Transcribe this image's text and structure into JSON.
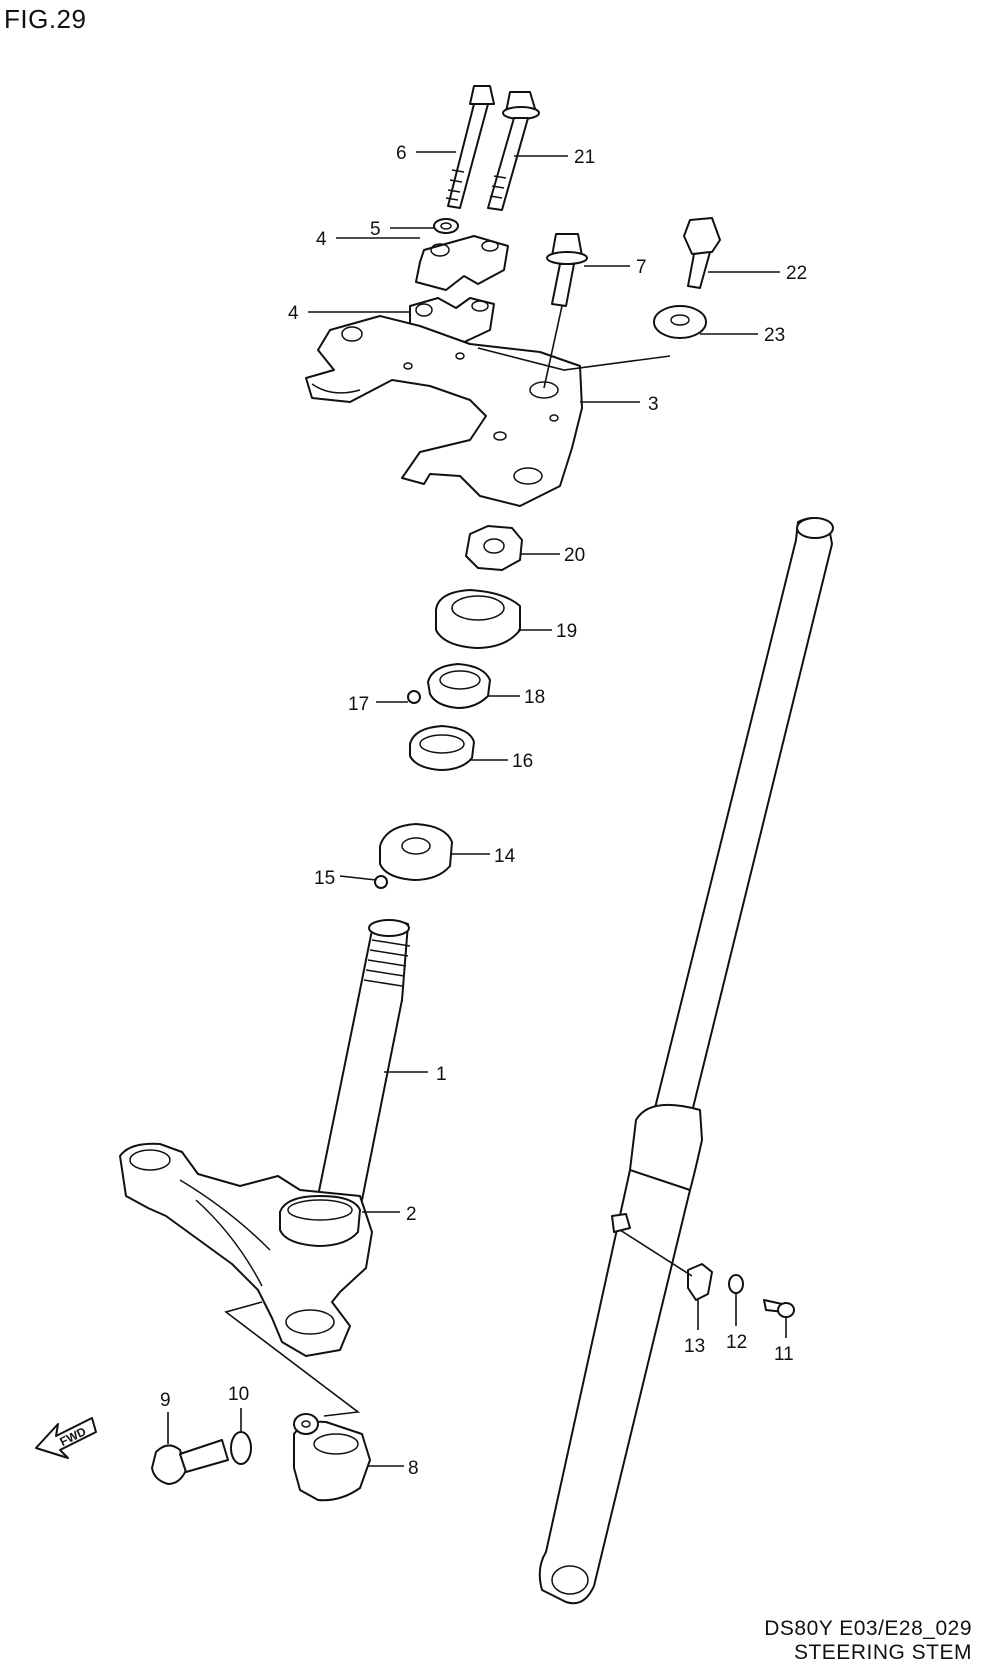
{
  "figure": {
    "label": "FIG.29",
    "model_code": "DS80Y E03/E28_029",
    "title": "STEERING STEM",
    "direction_marker": "FWD"
  },
  "callouts": [
    {
      "key": "c1",
      "label": "1"
    },
    {
      "key": "c2",
      "label": "2"
    },
    {
      "key": "c3",
      "label": "3"
    },
    {
      "key": "c4a",
      "label": "4"
    },
    {
      "key": "c4b",
      "label": "4"
    },
    {
      "key": "c5",
      "label": "5"
    },
    {
      "key": "c6",
      "label": "6"
    },
    {
      "key": "c7",
      "label": "7"
    },
    {
      "key": "c8",
      "label": "8"
    },
    {
      "key": "c9",
      "label": "9"
    },
    {
      "key": "c10",
      "label": "10"
    },
    {
      "key": "c11",
      "label": "11"
    },
    {
      "key": "c12",
      "label": "12"
    },
    {
      "key": "c13",
      "label": "13"
    },
    {
      "key": "c14",
      "label": "14"
    },
    {
      "key": "c15",
      "label": "15"
    },
    {
      "key": "c16",
      "label": "16"
    },
    {
      "key": "c17",
      "label": "17"
    },
    {
      "key": "c18",
      "label": "18"
    },
    {
      "key": "c19",
      "label": "19"
    },
    {
      "key": "c20",
      "label": "20"
    },
    {
      "key": "c21",
      "label": "21"
    },
    {
      "key": "c22",
      "label": "22"
    },
    {
      "key": "c23",
      "label": "23"
    }
  ]
}
